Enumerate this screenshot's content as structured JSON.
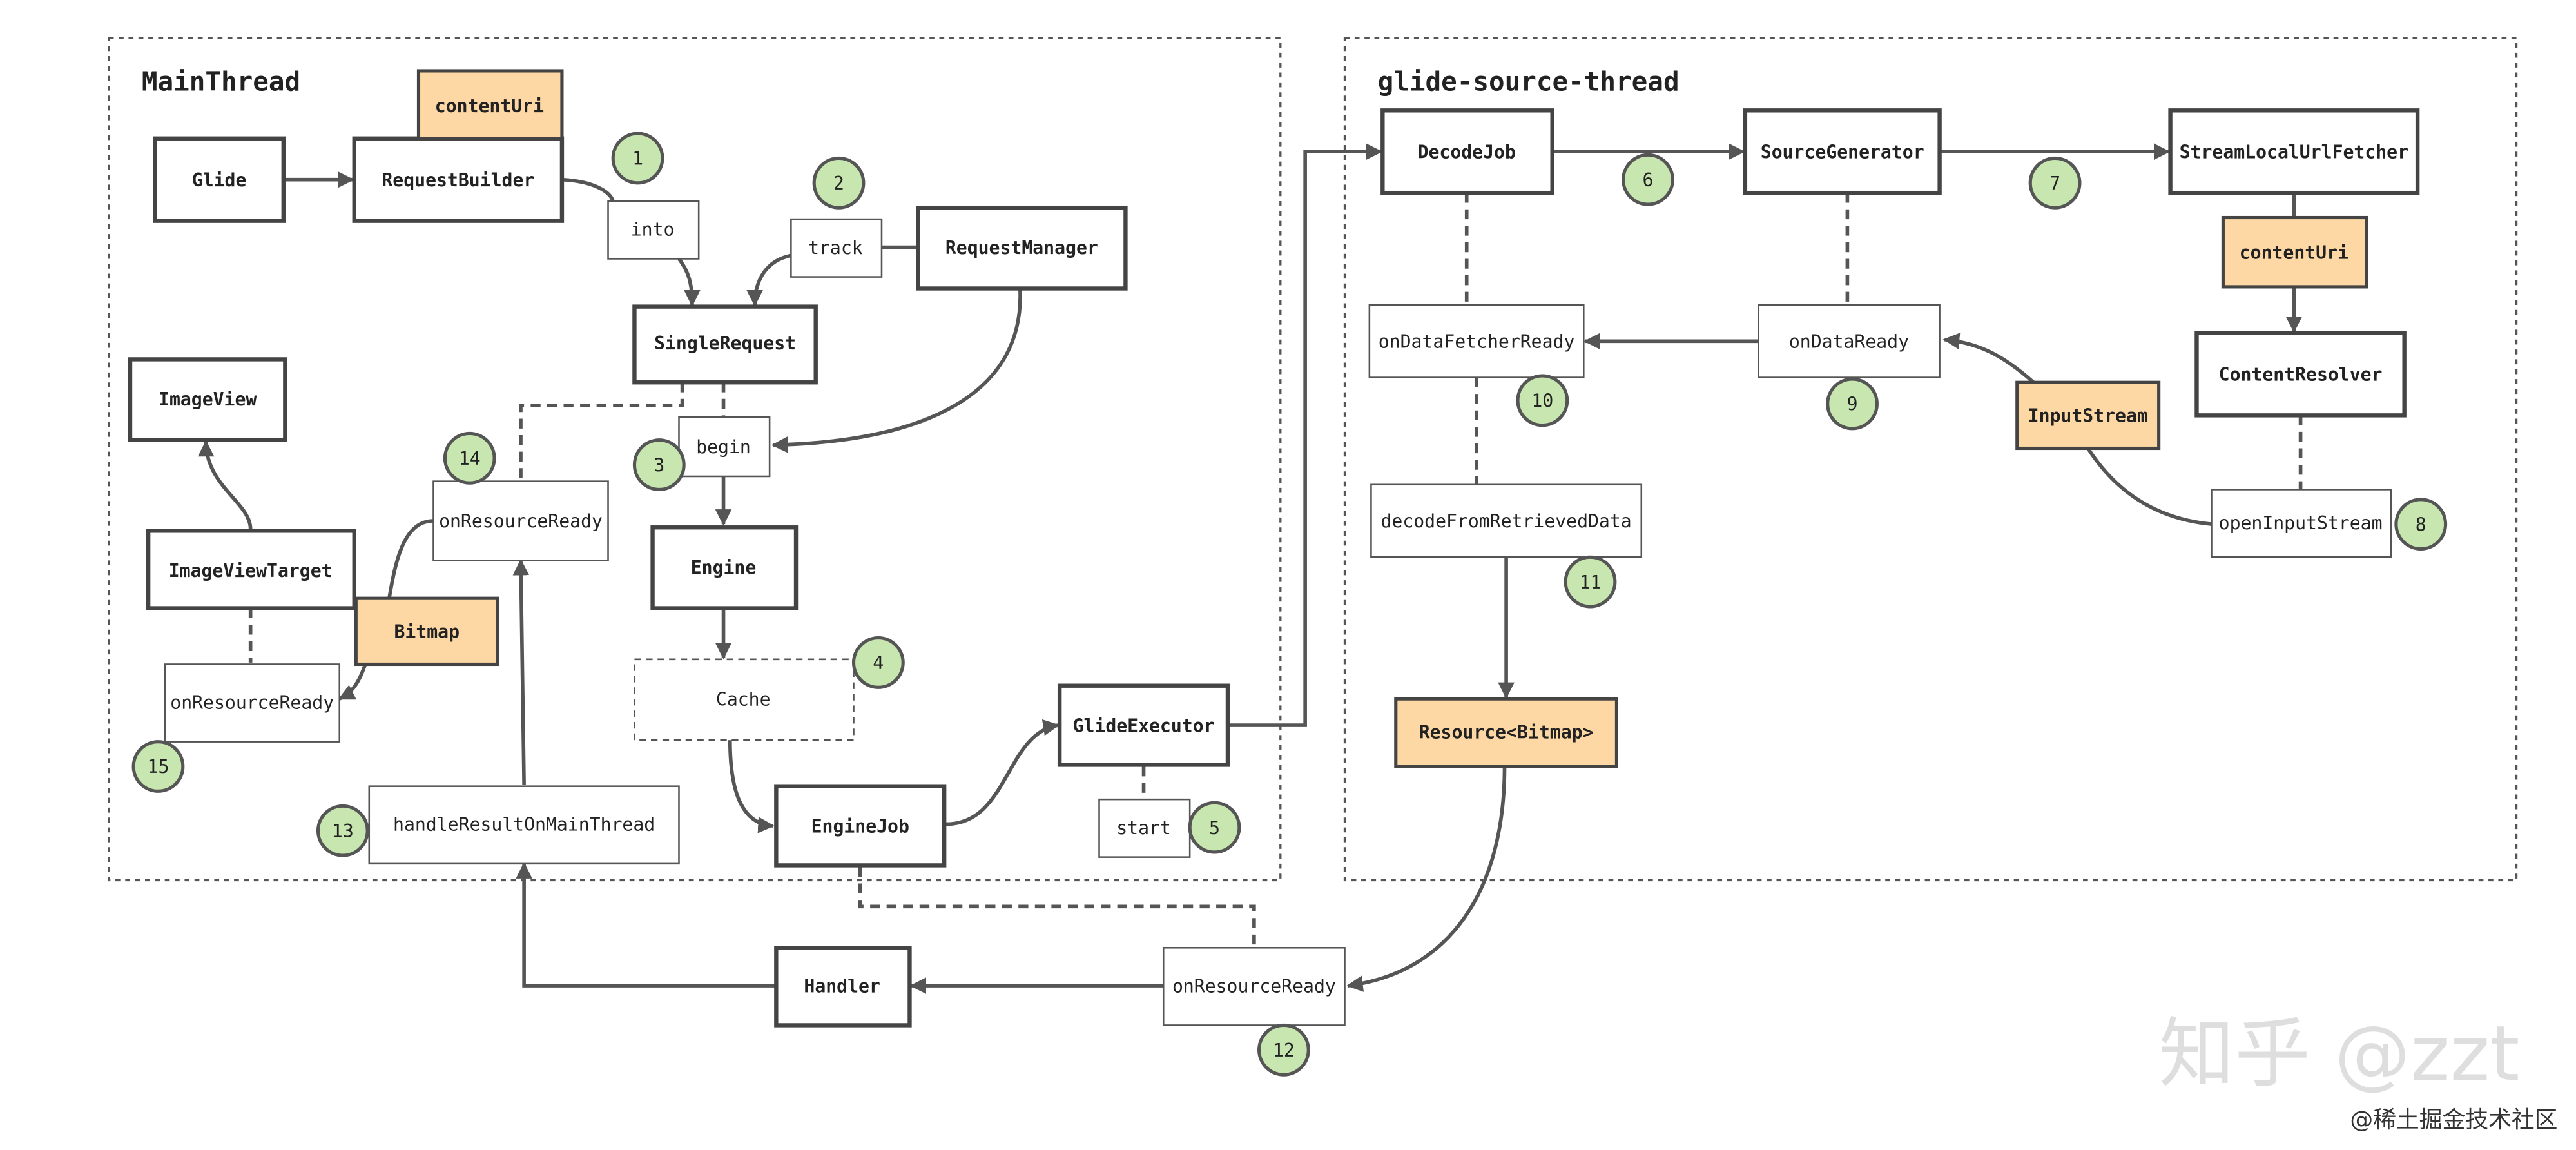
{
  "regions": {
    "main_thread": "MainThread",
    "source_thread": "glide-source-thread"
  },
  "nodes": {
    "glide": "Glide",
    "request_builder": "RequestBuilder",
    "content_uri_main": "contentUri",
    "into": "into",
    "track": "track",
    "request_manager": "RequestManager",
    "single_request": "SingleRequest",
    "begin": "begin",
    "image_view": "ImageView",
    "image_view_target": "ImageViewTarget",
    "on_resource_ready_main": "onResourceReady",
    "bitmap": "Bitmap",
    "on_resource_ready_target": "onResourceReady",
    "engine": "Engine",
    "cache": "Cache",
    "engine_job": "EngineJob",
    "glide_executor": "GlideExecutor",
    "start": "start",
    "handle_result": "handleResultOnMainThread",
    "handler": "Handler",
    "on_resource_ready_engine": "onResourceReady",
    "decode_job": "DecodeJob",
    "source_generator": "SourceGenerator",
    "stream_fetcher": "StreamLocalUrlFetcher",
    "content_uri_source": "contentUri",
    "on_data_fetcher_ready": "onDataFetcherReady",
    "on_data_ready": "onDataReady",
    "content_resolver": "ContentResolver",
    "input_stream": "InputStream",
    "open_input_stream": "openInputStream",
    "decode_from_retrieved": "decodeFromRetrievedData",
    "resource_bitmap": "Resource<Bitmap>"
  },
  "steps": [
    "1",
    "2",
    "3",
    "4",
    "5",
    "6",
    "7",
    "8",
    "9",
    "10",
    "11",
    "12",
    "13",
    "14",
    "15"
  ],
  "watermark": {
    "zhihu": "知乎 @zzt",
    "juejin": "@稀土掘金技术社区"
  },
  "colors": {
    "highlight_fill": "#fdd8a4",
    "step_fill": "#c8e6b0",
    "line": "#555555"
  }
}
